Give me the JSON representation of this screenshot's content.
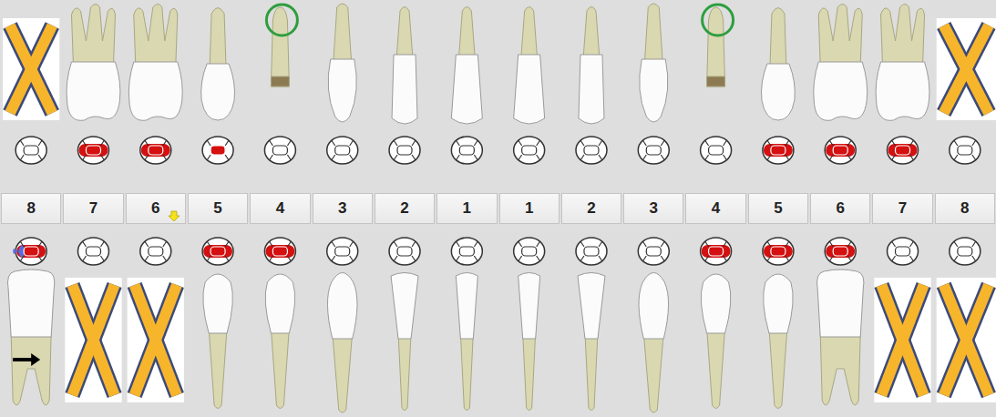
{
  "diagram": {
    "nodes": [
      {
        "text": [
          "8"
        ]
      },
      {
        "text": [
          "7"
        ]
      },
      {
        "text": [
          "6"
        ]
      },
      {
        "text": [
          "5"
        ]
      },
      {
        "text": [
          "4"
        ]
      },
      {
        "text": [
          "3"
        ]
      },
      {
        "text": [
          "2"
        ]
      },
      {
        "text": [
          "1"
        ]
      },
      {
        "text": [
          "1"
        ]
      },
      {
        "text": [
          "2"
        ]
      },
      {
        "text": [
          "3"
        ]
      },
      {
        "text": [
          "4"
        ]
      },
      {
        "text": [
          "5"
        ]
      },
      {
        "text": [
          "6"
        ]
      },
      {
        "text": [
          "7"
        ]
      },
      {
        "text": [
          "8"
        ]
      }
    ]
  }
}
